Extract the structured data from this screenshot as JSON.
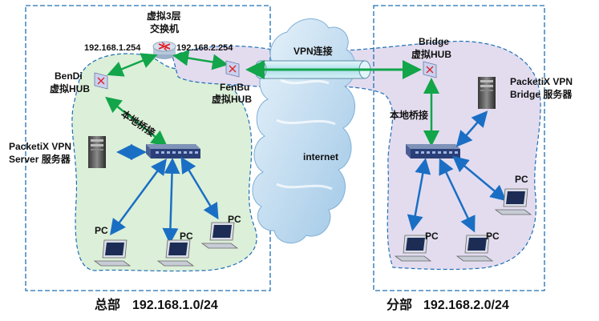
{
  "hq": {
    "caption_name": "总部",
    "caption_net": "192.168.1.0/24",
    "router_title_line1": "虚拟3层",
    "router_title_line2": "交换机",
    "router_ip_left": "192.168.1.254",
    "router_ip_right": "192.168.2.254",
    "bendi_hub_line1": "BenDi",
    "bendi_hub_line2": "虚拟HUB",
    "fenbu_hub_line1": "FenBu",
    "fenbu_hub_line2": "虚拟HUB",
    "local_bridge_label": "本地桥接",
    "server_line1": "PacketiX  VPN",
    "server_line2": "Server  服务器",
    "pc_labels": [
      "PC",
      "PC",
      "PC"
    ]
  },
  "tunnel": {
    "label": "VPN连接",
    "internet_label": "internet"
  },
  "branch": {
    "caption_name": "分部",
    "caption_net": "192.168.2.0/24",
    "bridge_hub_line1": "Bridge",
    "bridge_hub_line2": "虚拟HUB",
    "local_bridge_label": "本地桥接",
    "server_line1": "PacketiX  VPN",
    "server_line2": "Bridge  服务器",
    "pc_labels": [
      "PC",
      "PC",
      "PC"
    ]
  },
  "colors": {
    "frame_border": "#1f6fb5",
    "hq_zone": "#dcefd8",
    "branch_zone": "#e3dcef",
    "link_blue": "#1a6fc4",
    "link_green": "#12a54a",
    "tunnel": "#bfe7f0",
    "cloud": "#bcd9ef"
  },
  "icons": [
    "router-icon",
    "hub-icon",
    "switch-icon",
    "server-icon",
    "pc-icon",
    "cloud-icon",
    "tunnel-icon"
  ]
}
